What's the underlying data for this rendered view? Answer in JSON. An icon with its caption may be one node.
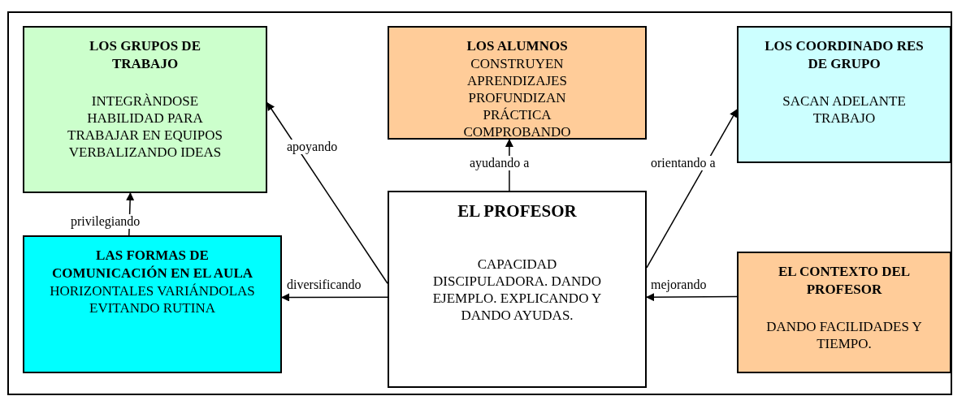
{
  "diagram": {
    "nodes": [
      {
        "text": [
          "LOS GRUPOS DE TRABAJO",
          "INTEGRÀNDOSE HABILIDAD PARA TRABAJAR EN EQUIPOS VERBALIZANDO IDEAS"
        ]
      },
      {
        "text": [
          "LOS ALUMNOS",
          "CONSTRUYEN APRENDIZAJES PROFUNDIZAN PRÁCTICA COMPROBANDO"
        ]
      },
      {
        "text": [
          "LOS COORDINADO RES DE GRUPO",
          "SACAN ADELANTE TRABAJO"
        ]
      },
      {
        "text": [
          "EL PROFESOR",
          "CAPACIDAD DISCIPULADORA. DANDO EJEMPLO. EXPLICANDO Y DANDO AYUDAS."
        ]
      },
      {
        "text": [
          "LAS FORMAS DE COMUNICACIÓN EN EL AULA",
          "HORIZONTALES VARIÁNDOLAS EVITANDO RUTINA"
        ]
      },
      {
        "text": [
          "EL CONTEXTO DEL PROFESOR",
          "DANDO FACILIDADES Y TIEMPO."
        ]
      }
    ],
    "edges": [
      {
        "from": 3,
        "to": 0,
        "arrow": "to",
        "label": "apoyando"
      },
      {
        "from": 3,
        "to": 1,
        "arrow": "to",
        "label": "ayudando a"
      },
      {
        "from": 3,
        "to": 2,
        "arrow": "to",
        "label": "orientando a"
      },
      {
        "from": 4,
        "to": 0,
        "arrow": "to",
        "label": "privilegiando"
      },
      {
        "from": 3,
        "to": 4,
        "arrow": "to",
        "label": "diversificando"
      },
      {
        "from": 5,
        "to": 3,
        "arrow": "to",
        "label": "mejorando"
      }
    ]
  }
}
